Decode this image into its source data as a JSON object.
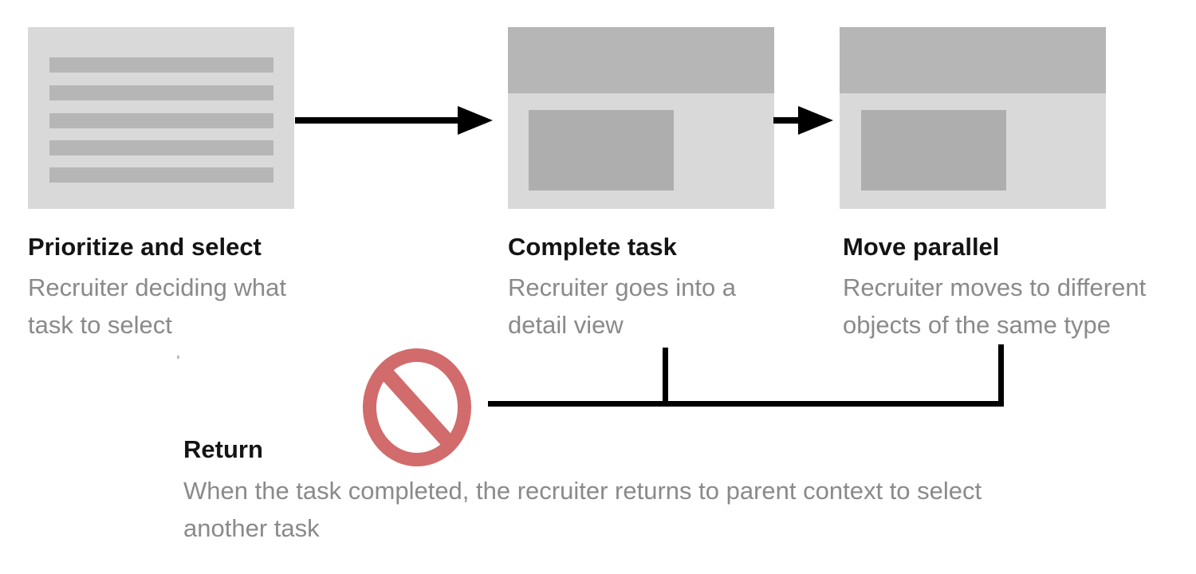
{
  "diagram": {
    "kind": "recruiter-task-flow",
    "steps": [
      {
        "title": "Prioritize and select",
        "description": "Recruiter deciding what\ntask to select",
        "wireframe": "list-card-with-five-rows"
      },
      {
        "title": "Complete task",
        "description": "Recruiter goes into a\ndetail view",
        "wireframe": "detail-card-with-header-and-block"
      },
      {
        "title": "Move parallel",
        "description": "Recruiter moves to different\nobjects of the same type",
        "wireframe": "detail-card-with-header-and-block"
      }
    ],
    "connectors": [
      {
        "from": "Prioritize and select",
        "to": "Complete task",
        "type": "arrow-right"
      },
      {
        "from": "Complete task",
        "to": "Move parallel",
        "type": "arrow-right"
      },
      {
        "from": "Complete task / Move parallel",
        "to": "Return",
        "type": "bracket-merge-line",
        "blocked": true
      }
    ],
    "return_note": {
      "title": "Return",
      "description": "When the task completed, the recruiter returns to parent context to select\nanother task",
      "icon": "no-entry-icon",
      "icon_meaning": "prohibited / not allowed"
    },
    "colors": {
      "card_bg": "#d9d9d9",
      "card_header": "#b6b6b6",
      "card_block": "#aeaeae",
      "card_bar": "#b6b6b6",
      "title_text": "#141414",
      "description_text": "#8a8a8a",
      "connector_black": "#000000",
      "no_entry_red": "#d26b6b"
    }
  }
}
